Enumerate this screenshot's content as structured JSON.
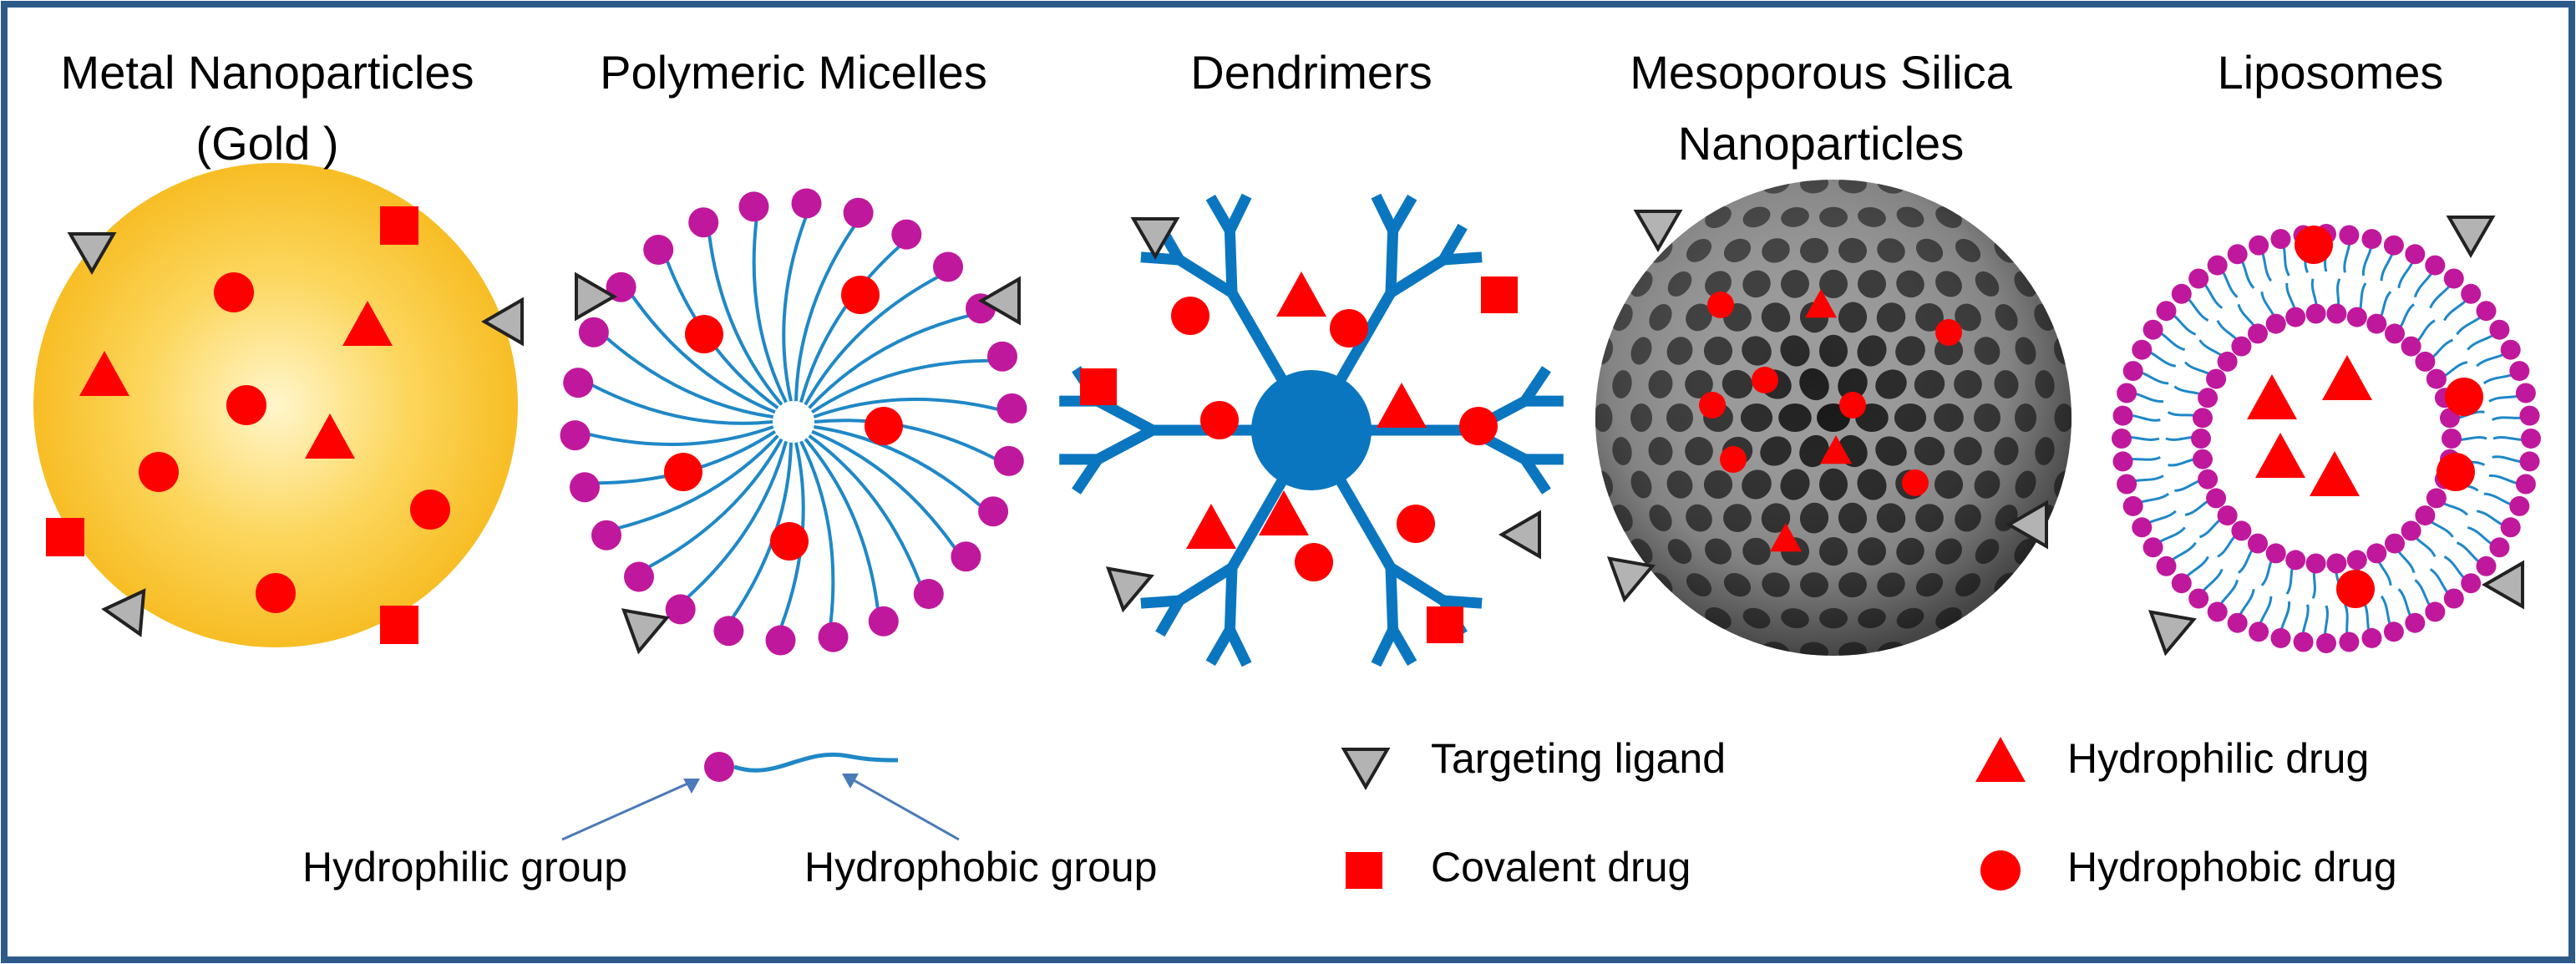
{
  "titles": {
    "metal": "Metal Nanoparticles",
    "metal_sub": "(Gold )",
    "micelles": "Polymeric Micelles",
    "dendrimers": "Dendrimers",
    "silica_1": "Mesoporous Silica",
    "silica_2": "Nanoparticles",
    "liposomes": "Liposomes"
  },
  "legend": {
    "hydrophilic_group": "Hydrophilic group",
    "hydrophobic_group": "Hydrophobic group",
    "targeting_ligand": "Targeting ligand",
    "covalent_drug": "Covalent drug",
    "hydrophilic_drug": "Hydrophilic drug",
    "hydrophobic_drug": "Hydrophobic drug"
  },
  "colors": {
    "frame": "#2e5a8a",
    "drug_red": "#ff0000",
    "ligand_gray": "#b3b3b3",
    "head_magenta": "#c0189c",
    "tail_blue": "#1f88c7",
    "dendrimer_blue": "#0a76c0",
    "gold_center": "#fff6cc",
    "gold_edge": "#f7bd25"
  },
  "icons": [
    "targeting-ligand-triangle",
    "covalent-drug-square",
    "hydrophilic-drug-triangle",
    "hydrophobic-drug-circle"
  ]
}
